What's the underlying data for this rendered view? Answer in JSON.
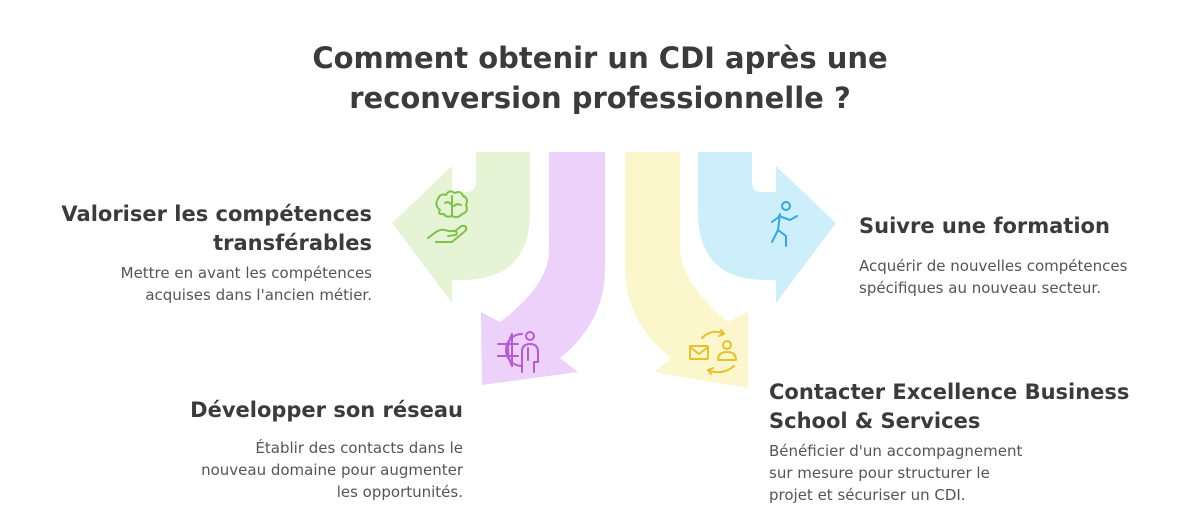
{
  "title": {
    "line1": "Comment obtenir un CDI après une",
    "line2": "reconversion professionnelle ?"
  },
  "colors": {
    "green": "#e6f4d6",
    "purple": "#ecd2fb",
    "yellow": "#fcf6cc",
    "blue": "#cdeffb",
    "green_icon": "#7fc247",
    "purple_icon": "#b65ad6",
    "yellow_icon": "#e8c02a",
    "blue_icon": "#33a8df"
  },
  "steps": [
    {
      "heading_lines": [
        "Valoriser les compétences",
        "transférables"
      ],
      "desc_lines": [
        "Mettre en avant les compétences",
        "acquises dans l'ancien métier."
      ],
      "icon": "brain-hand-icon"
    },
    {
      "heading_lines": [
        "Développer son réseau"
      ],
      "desc_lines": [
        "Établir des contacts dans le",
        "nouveau domaine pour augmenter",
        "les opportunités."
      ],
      "icon": "globe-person-icon"
    },
    {
      "heading_lines": [
        "Contacter Excellence Business",
        "School & Services"
      ],
      "desc_lines": [
        "Bénéficier d'un accompagnement",
        "sur mesure pour structurer le",
        "projet et sécuriser un CDI."
      ],
      "icon": "mail-person-icon"
    },
    {
      "heading_lines": [
        "Suivre une formation"
      ],
      "desc_lines": [
        "Acquérir de nouvelles compétences",
        "spécifiques au nouveau secteur."
      ],
      "icon": "running-person-icon"
    }
  ]
}
